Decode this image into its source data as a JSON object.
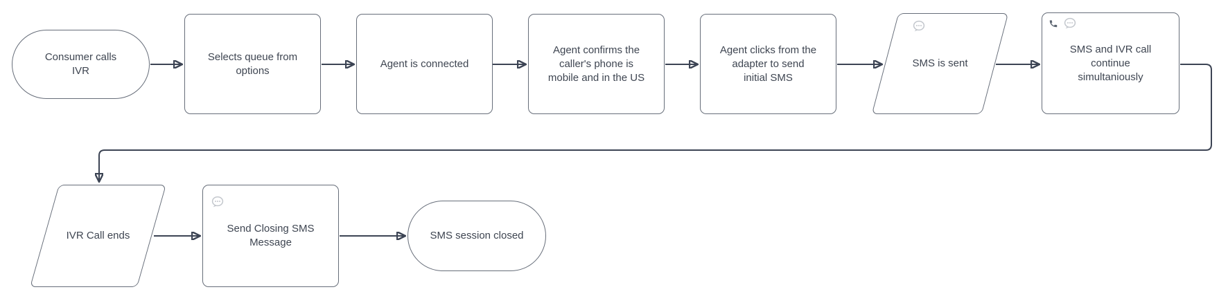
{
  "diagram": {
    "kind": "flowchart",
    "background": "#ffffff",
    "colors": {
      "shape_border": "#666d79",
      "shape_fill": "#ffffff",
      "connector": "#3c4454",
      "arrowhead": "#333b4a",
      "text": "#3e4551",
      "chat_icon_gray": "#c3c7cd",
      "phone_icon_dark": "#5b6470"
    },
    "nodes": [
      {
        "id": "consumer-calls-ivr",
        "shape": "terminator",
        "label": "Consumer calls IVR",
        "icons": []
      },
      {
        "id": "selects-queue",
        "shape": "process",
        "label": "Selects queue from options",
        "icons": []
      },
      {
        "id": "agent-connected",
        "shape": "process",
        "label": "Agent is connected",
        "icons": []
      },
      {
        "id": "agent-confirms",
        "shape": "process",
        "label": "Agent confirms the caller's phone is mobile and in the US",
        "icons": []
      },
      {
        "id": "agent-clicks-sms",
        "shape": "process",
        "label": "Agent clicks from the adapter to send initial SMS",
        "icons": []
      },
      {
        "id": "sms-is-sent",
        "shape": "data-parallelogram",
        "label": "SMS is sent",
        "icons": [
          "chat-bubble"
        ]
      },
      {
        "id": "sms-ivr-continue",
        "shape": "process",
        "label": "SMS and IVR call continue simultaniously",
        "icons": [
          "phone",
          "chat-bubble"
        ]
      },
      {
        "id": "ivr-call-ends",
        "shape": "data-parallelogram",
        "label": "IVR Call ends",
        "icons": []
      },
      {
        "id": "send-closing-sms",
        "shape": "process",
        "label": "Send Closing SMS Message",
        "icons": [
          "chat-bubble"
        ]
      },
      {
        "id": "sms-session-closed",
        "shape": "terminator",
        "label": "SMS session closed",
        "icons": []
      }
    ],
    "edges": [
      {
        "from": "consumer-calls-ivr",
        "to": "selects-queue"
      },
      {
        "from": "selects-queue",
        "to": "agent-connected"
      },
      {
        "from": "agent-connected",
        "to": "agent-confirms"
      },
      {
        "from": "agent-confirms",
        "to": "agent-clicks-sms"
      },
      {
        "from": "agent-clicks-sms",
        "to": "sms-is-sent"
      },
      {
        "from": "sms-is-sent",
        "to": "sms-ivr-continue"
      },
      {
        "from": "sms-ivr-continue",
        "to": "ivr-call-ends"
      },
      {
        "from": "ivr-call-ends",
        "to": "send-closing-sms"
      },
      {
        "from": "send-closing-sms",
        "to": "sms-session-closed"
      }
    ]
  }
}
